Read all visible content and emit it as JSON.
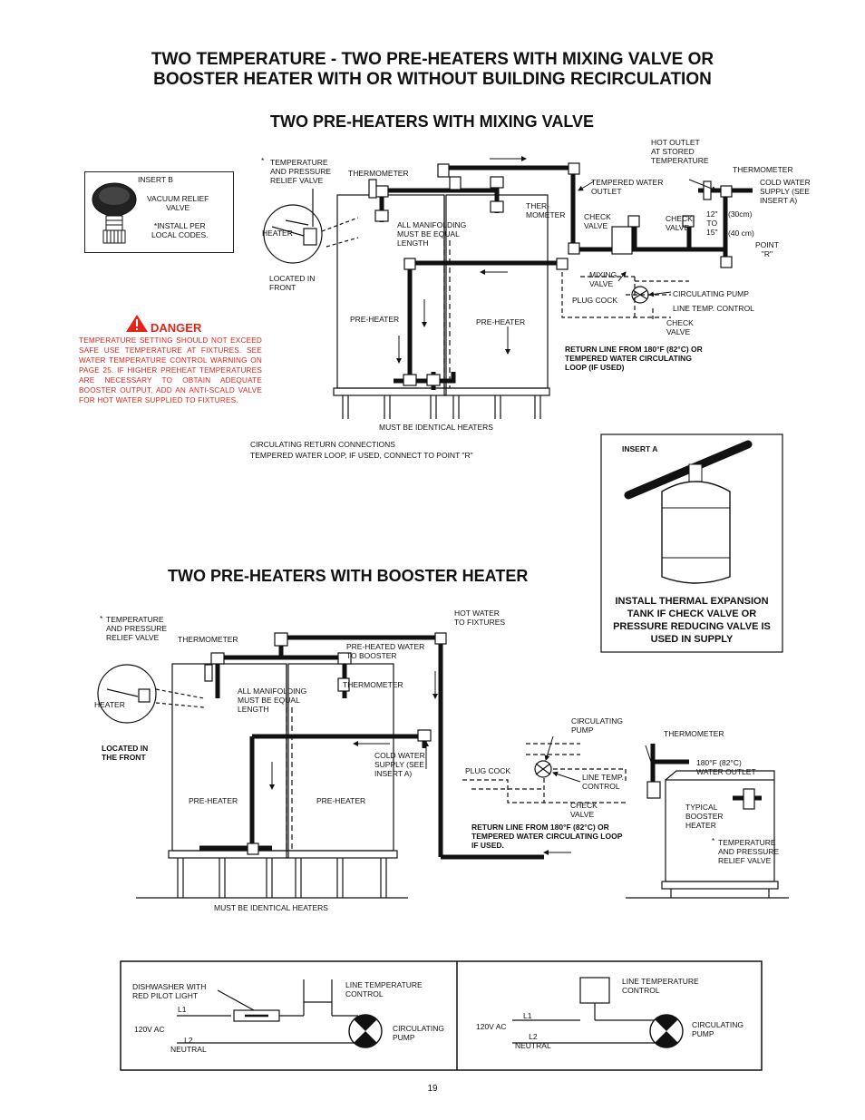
{
  "title": {
    "line1": "TWO TEMPERATURE - TWO PRE-HEATERS WITH MIXING VALVE OR",
    "line2": "BOOSTER HEATER WITH OR WITHOUT BUILDING RECIRCULATION"
  },
  "mixing": {
    "heading": "TWO PRE-HEATERS WITH MIXING VALVE",
    "labels": {
      "hot_outlet": "HOT OUTLET\nAT STORED\nTEMPERATURE",
      "tp_relief": "TEMPERATURE\nAND PRESSURE\nRELIEF VALVE",
      "thermometer_left": "THERMOMETER",
      "thermometer_right": "THERMOMETER",
      "tempered_outlet": "TEMPERED WATER\nOUTLET",
      "cold_supply": "COLD WATER\nSUPPLY (SEE\nINSERT A)",
      "thermometer_mid": "THER-\nMOMETER",
      "check_valve_1": "CHECK\nVALVE",
      "check_valve_2": "CHECK\nVALVE",
      "dim_12": "12\"\nTO\n15\"",
      "dim_30": "(30cm)",
      "dim_40": "(40 cm)",
      "point_r": "POINT\n\"R\"",
      "heater": "HEATER",
      "manifolding": "ALL MANIFOLDING\nMUST BE EQUAL\nLENGTH",
      "located_front": "LOCATED IN\nFRONT",
      "mixing_valve": "MIXING\nVALVE",
      "plug_cock": "PLUG COCK",
      "circ_pump": "CIRCULATING PUMP",
      "line_temp": "LINE TEMP. CONTROL",
      "check_valve_3": "CHECK\nVALVE",
      "preheater_1": "PRE-HEATER",
      "preheater_2": "PRE-HEATER",
      "return_line": "RETURN LINE FROM 180°F (82°C) OR\nTEMPERED WATER CIRCULATING\nLOOP (IF USED)",
      "identical": "MUST BE IDENTICAL HEATERS",
      "circ_return": "CIRCULATING RETURN CONNECTIONS\nTEMPERED WATER LOOP, IF USED, CONNECT TO POINT \"R\"",
      "asterisk": "*"
    }
  },
  "insert_b": {
    "title": "INSERT B",
    "valve": "VACUUM RELIEF\nVALVE",
    "note": "*INSTALL PER\nLOCAL CODES."
  },
  "danger": {
    "title": "DANGER",
    "text": "TEMPERATURE SETTING SHOULD NOT EXCEED SAFE USE TEMPERATURE AT FIXTURES. SEE WATER TEMPERATURE CONTROL WARNING ON PAGE 25. IF HIGHER PREHEAT TEMPERATURES ARE NECESSARY TO OBTAIN ADEQUATE BOOSTER OUTPUT, ADD AN ANTI-SCALD VALVE FOR HOT WATER SUPPLIED TO FIXTURES.",
    "color": "#e1251b"
  },
  "insert_a": {
    "title": "INSERT A",
    "caption": "INSTALL THERMAL EXPANSION\nTANK IF CHECK VALVE OR\nPRESSURE REDUCING VALVE\nIS USED IN SUPPLY"
  },
  "booster": {
    "heading": "TWO PRE-HEATERS WITH BOOSTER HEATER",
    "labels": {
      "tp_relief": "TEMPERATURE\nAND PRESSURE\nRELIEF VALVE",
      "thermometer_left": "THERMOMETER",
      "hot_fixtures": "HOT WATER\nTO FIXTURES",
      "preheated": "PRE-HEATED WATER\nTO BOOSTER",
      "manifolding": "ALL MANIFOLDING\nMUST BE EQUAL\nLENGTH",
      "thermometer_mid": "THERMOMETER",
      "heater": "HEATER",
      "located_front": "LOCATED IN\nTHE FRONT",
      "cold_supply": "COLD WATER\nSUPPLY (SEE\nINSERT A)",
      "circ_pump": "CIRCULATING\nPUMP",
      "thermometer_right": "THERMOMETER",
      "outlet_180": "180°F (82°C)\nWATER OUTLET",
      "plug_cock": "PLUG COCK",
      "line_temp": "LINE TEMP.\nCONTROL",
      "check_valve": "CHECK\nVALVE",
      "preheater_1": "PRE-HEATER",
      "preheater_2": "PRE-HEATER",
      "typical_booster": "TYPICAL\nBOOSTER\nHEATER",
      "return_line": "RETURN LINE FROM 180°F (82°C) OR\nTEMPERED WATER CIRCULATING LOOP\nIF USED.",
      "tp_relief_right": "TEMPERATURE\nAND PRESSURE\nRELIEF VALVE",
      "identical": "MUST BE IDENTICAL HEATERS",
      "asterisk": "*"
    }
  },
  "wiring": {
    "left": {
      "dishwasher": "DISHWASHER WITH\nRED PILOT LIGHT",
      "line_temp": "LINE TEMPERATURE\nCONTROL",
      "l1": "L1",
      "v120": "120V AC",
      "l2": "L2\nNEUTRAL",
      "pump": "CIRCULATING\nPUMP"
    },
    "right": {
      "line_temp": "LINE TEMPERATURE\nCONTROL",
      "l1": "L1",
      "v120": "120V AC",
      "l2": "L2\nNEUTRAL",
      "pump": "CIRCULATING\nPUMP"
    }
  },
  "page_number": "19"
}
